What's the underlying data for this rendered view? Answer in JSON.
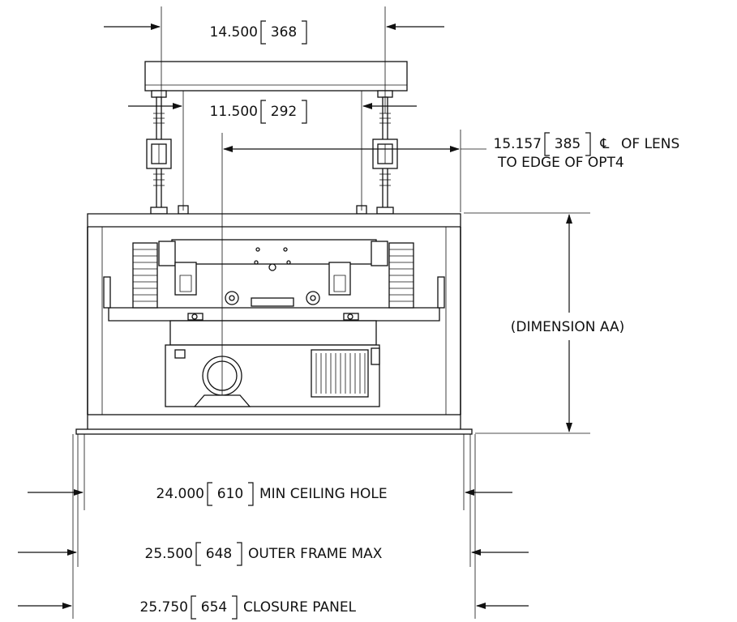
{
  "dimensions": {
    "top_width": {
      "value": "14.500",
      "metric": "368",
      "note": ""
    },
    "inner_width": {
      "value": "11.500",
      "metric": "292",
      "note": ""
    },
    "lens_offset": {
      "value": "15.157",
      "metric": "385",
      "note_symbol": "℄",
      "note_line1": "OF LENS",
      "note_line2": "TO EDGE OF OPT4"
    },
    "height_aa": {
      "label": "(DIMENSION AA)"
    },
    "ceiling_hole": {
      "value": "24.000",
      "metric": "610",
      "note": "MIN CEILING HOLE"
    },
    "outer_frame": {
      "value": "25.500",
      "metric": "648",
      "note": "OUTER FRAME MAX"
    },
    "closure_panel": {
      "value": "25.750",
      "metric": "654",
      "note": "CLOSURE PANEL"
    }
  }
}
